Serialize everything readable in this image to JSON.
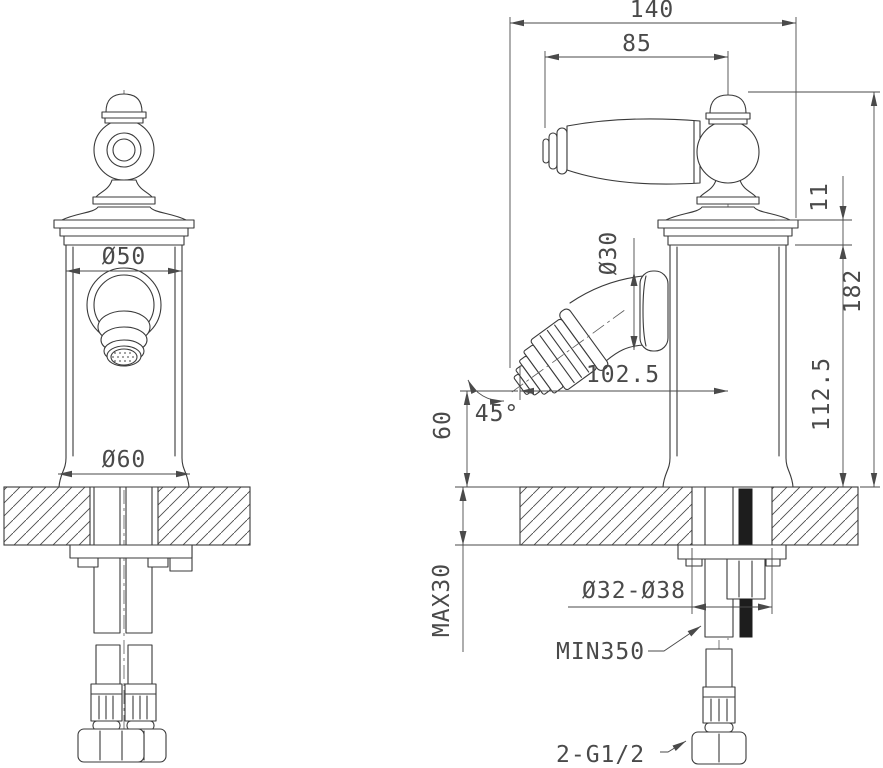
{
  "dims": {
    "overall_depth": "140",
    "handle_reach": "85",
    "cap_height": "11",
    "overall_height": "182",
    "deck_to_body_top": "112.5",
    "spout_tube_diameter": "Ø30",
    "spout_reach": "102.5",
    "spout_angle": "45°",
    "spout_outlet_height": "60",
    "body_diameter_top": "Ø50",
    "body_diameter_base": "Ø60",
    "max_deck_thickness": "MAX30",
    "mounting_hole_diameter": "Ø32-Ø38",
    "hose_min_length": "MIN350",
    "supply_connections": "2-G1/2"
  },
  "colors": {
    "line": "#3a3a3a",
    "dimension": "#4a4a4a",
    "background": "#ffffff"
  }
}
